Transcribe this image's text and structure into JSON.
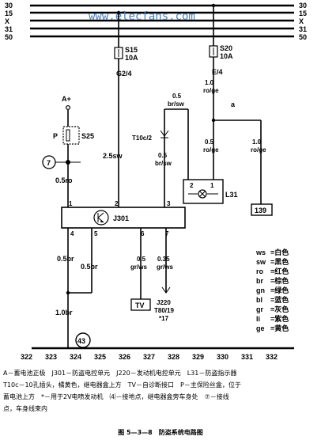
{
  "bus_left": [
    "30",
    "15",
    "X",
    "31",
    "50"
  ],
  "bus_right": [
    "30",
    "15",
    "X",
    "31",
    "50"
  ],
  "watermark": "www.elecfans.com",
  "fuse_s15": {
    "name": "S15",
    "rating": "10A",
    "terminal": "G2/4"
  },
  "fuse_s20": {
    "name": "S20",
    "rating": "10A",
    "terminal": "E/4"
  },
  "battery_plus": "A+",
  "fuse_s25": {
    "p_label": "P",
    "name": "S25"
  },
  "circle_7": "7",
  "wire_05ro": "0.5ro",
  "wire_25sw": "2.5sw",
  "connector_t10c": "T10c/2",
  "wire_05brsw_a": [
    "0.5",
    "br/sw"
  ],
  "wire_05brsw_b": [
    "0.5",
    "br/sw"
  ],
  "wire_10roge_a": [
    "1.0",
    "ro/ge"
  ],
  "wire_05roge": [
    "0.5",
    "ro/ge"
  ],
  "wire_10roge_b": [
    "1.0",
    "ro/ge"
  ],
  "junction_a": "a",
  "lamp": {
    "pin_left": "2",
    "pin_right": "1",
    "name": "L31"
  },
  "box_139": "139",
  "module": {
    "name": "J301",
    "pins_top": [
      "1",
      "2",
      "3"
    ],
    "pins_bottom": [
      "4",
      "5",
      "6",
      "7"
    ]
  },
  "wire_05br": "0.5br",
  "wire_05br_b": "0.5br",
  "wire_05grws": [
    "0.5",
    "gr/ws"
  ],
  "wire_035grws": [
    "0.35",
    "gr/ws"
  ],
  "tv": "TV",
  "j220": [
    "J220",
    "T80/19",
    "*17"
  ],
  "wire_10br": "1.0br",
  "ground_43": "43",
  "colors": [
    [
      "ws",
      "=白色"
    ],
    [
      "sw",
      "=黑色"
    ],
    [
      "ro",
      "=红色"
    ],
    [
      "br",
      "=棕色"
    ],
    [
      "gn",
      "=绿色"
    ],
    [
      "bl",
      "=蓝色"
    ],
    [
      "gr",
      "=灰色"
    ],
    [
      "li",
      "=紫色"
    ],
    [
      "ge",
      "=黄色"
    ]
  ],
  "bottom_scale": [
    "322",
    "323",
    "324",
    "325",
    "326",
    "327",
    "328",
    "329",
    "330",
    "331",
    "332"
  ],
  "caption": {
    "line1": "A－蓄电池正极　J301－防盗电控单元　J220－发动机电控单元　L31－防盗指示器",
    "line2": "T10c－10孔插头，橘黄色，继电器盒上方　TV－自诊断接口　P－主保险丝盒，位于",
    "line3": "蓄电池上方　*－用于2V电喷发动机　⑷－接地点，继电器盒旁车身处　⑦－接线",
    "line4": "点，车身线束内"
  },
  "figure_title": "图 5—3—8　防盗系统电路图"
}
